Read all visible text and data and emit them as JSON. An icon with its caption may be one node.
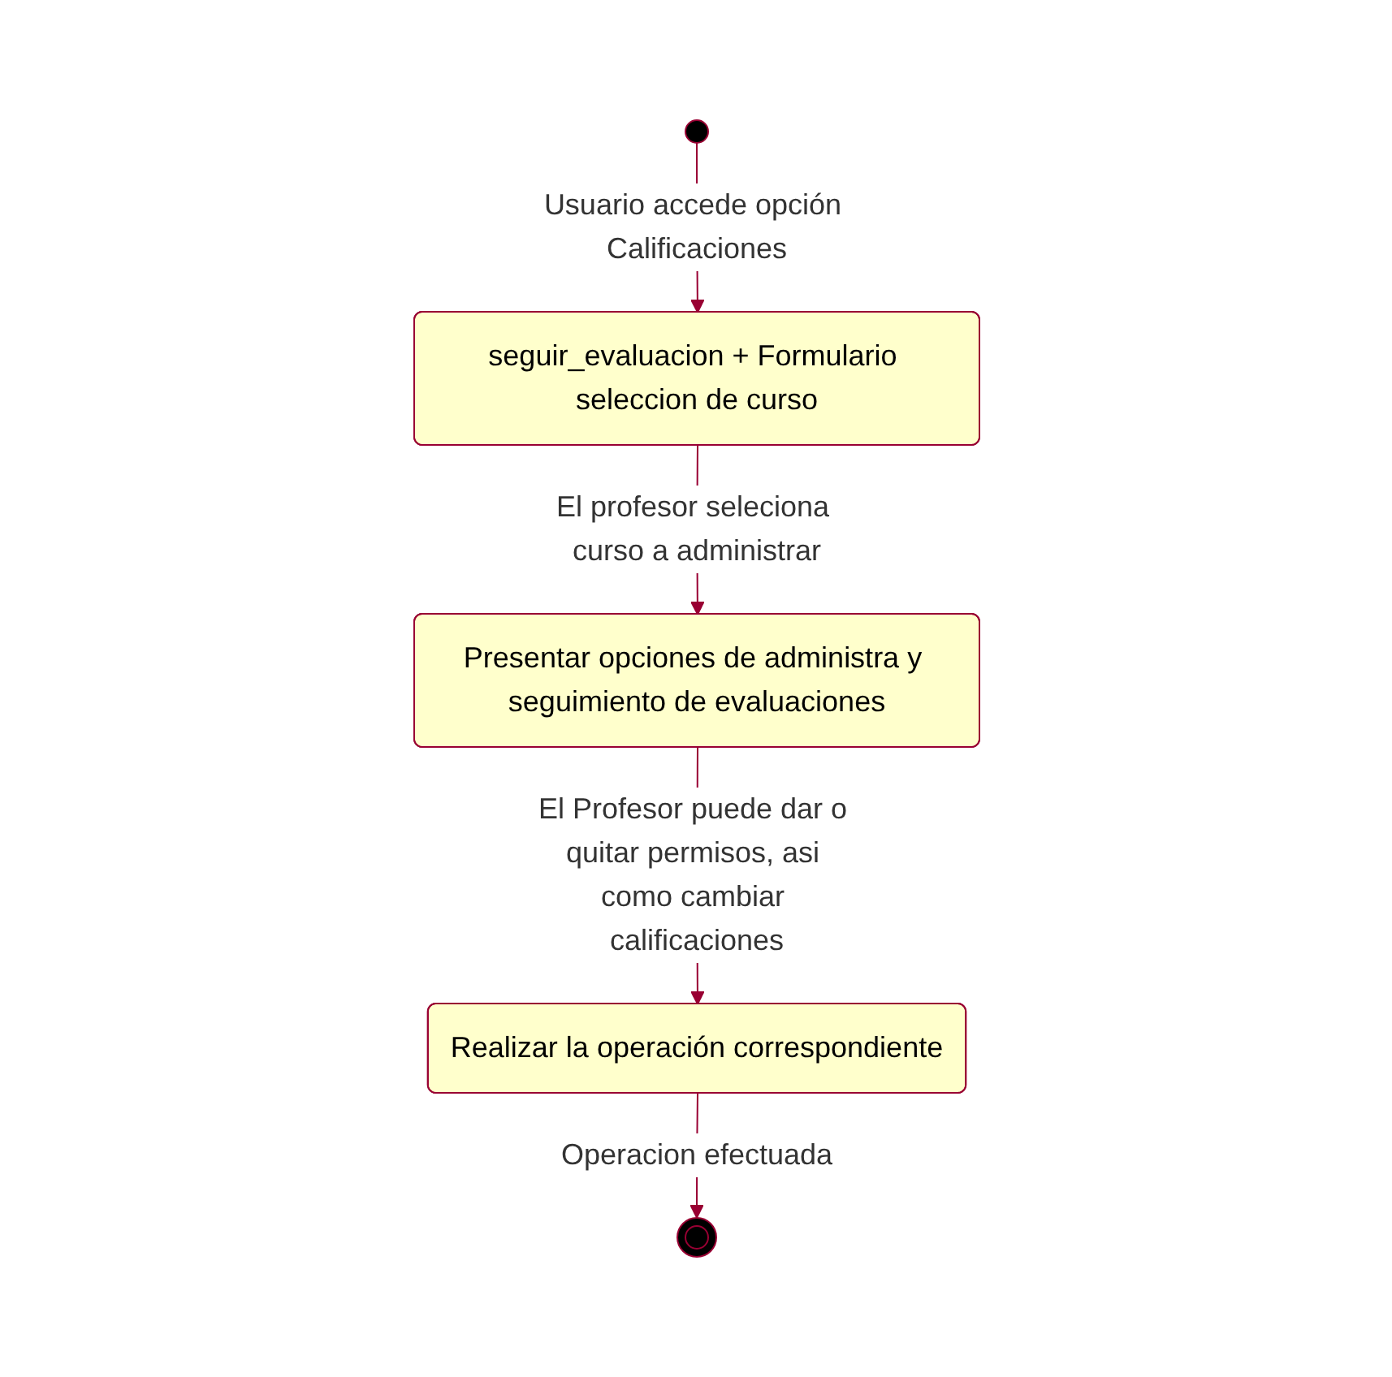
{
  "diagram": {
    "nodes": [
      {
        "text": [],
        "shape": "circle"
      },
      {
        "text": [
          "seguir_evaluacion + Formulario seleccion de curso"
        ]
      },
      {
        "text": [
          "Presentar opciones de administra y seguimiento de evaluaciones"
        ]
      },
      {
        "text": [
          "Realizar la operación correspondiente"
        ]
      },
      {
        "text": [],
        "shape": "bullseye"
      }
    ],
    "edges": [
      {
        "from": 0,
        "to": 1,
        "arrow": "to",
        "label": "Usuario accede opción Calificaciones"
      },
      {
        "from": 1,
        "to": 2,
        "arrow": "to",
        "label": "El profesor seleciona curso a administrar"
      },
      {
        "from": 2,
        "to": 3,
        "arrow": "to",
        "label": "El Profesor puede dar o quitar permisos, asi como cambiar calificaciones"
      },
      {
        "from": 3,
        "to": 4,
        "arrow": "to",
        "label": "Operacion efectuada"
      }
    ]
  }
}
